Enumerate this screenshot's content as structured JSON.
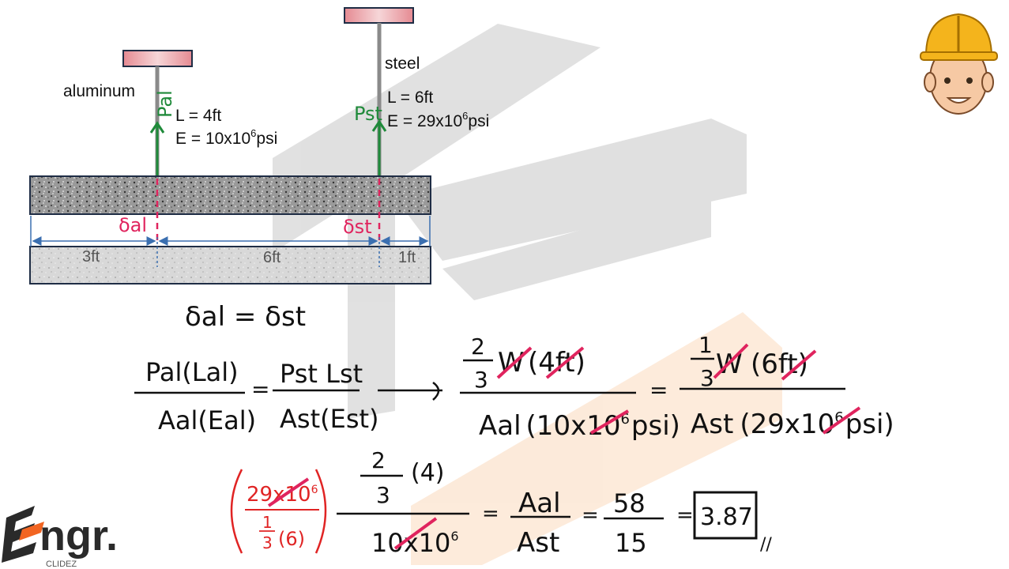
{
  "figure": {
    "aluminum_label": "aluminum",
    "steel_label": "steel",
    "al_L": "L = 4ft",
    "al_E_base": "E = 10x10",
    "al_E_exp": "6",
    "al_E_unit": "psi",
    "st_L": "L = 6ft",
    "st_E_base": "E = 29x10",
    "st_E_exp": "6",
    "st_E_unit": "psi",
    "P_al": "Pal",
    "P_st": "Pst",
    "delta_al": "δal",
    "delta_st": "δst",
    "dims": [
      "3ft",
      "6ft",
      "1ft"
    ]
  },
  "equations": {
    "compat": "δal = δst",
    "lhs_num": "Pal(Lal)",
    "lhs_den": "Aal(Eal)",
    "rhs_num": "Pst Lst",
    "rhs_den": "Ast(Est)",
    "e2_num_frac_n": "2",
    "e2_num_frac_d": "3",
    "e2_num_W": "W",
    "e2_num_L": "(4ft)",
    "e2_den_A": "Aal",
    "e2_den_E": "(10x10",
    "e2_den_exp": "6",
    "e2_den_unit": "psi)",
    "e3_num_frac_n": "1",
    "e3_num_frac_d": "3",
    "e3_num_W": "W",
    "e3_num_L": "(6ft)",
    "e3_den_A": "Ast",
    "e3_den_E": "(29x10",
    "e3_den_exp": "6",
    "e3_den_unit": "psi)",
    "paren_num": "29x10",
    "paren_num_exp": "6",
    "paren_den_n": "1",
    "paren_den_d": "3",
    "paren_den_tail": "(6)",
    "f_num_n": "2",
    "f_num_d": "3",
    "f_num_tail": "(4)",
    "f_den": "10x10",
    "f_den_exp": "6",
    "ratio_num": "Aal",
    "ratio_den": "Ast",
    "val_num": "58",
    "val_den": "15",
    "answer": "3.87",
    "end_mark": "//"
  },
  "logo": {
    "text": "ngr.",
    "sub": "CLIDEZ"
  },
  "colors": {
    "green": "#1f8a3a",
    "pink": "#e0245e",
    "red": "#e02424",
    "orange": "#f26522"
  }
}
